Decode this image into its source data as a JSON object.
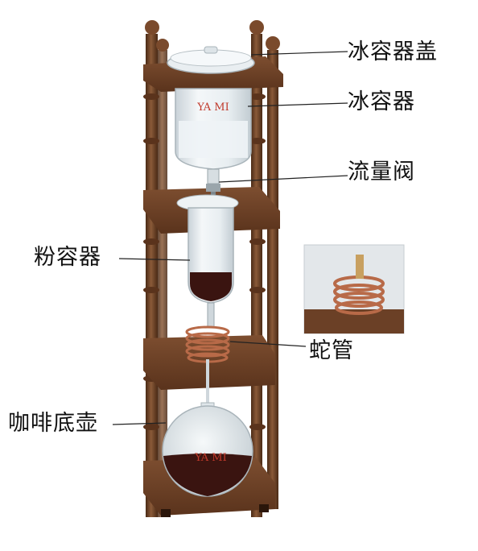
{
  "labels": {
    "ice_lid": "冰容器盖",
    "ice_container": "冰容器",
    "flow_valve": "流量阀",
    "powder_container": "粉容器",
    "coil_tube": "蛇管",
    "coffee_pot": "咖啡底壶"
  },
  "brand_mark": "YA MI",
  "colors": {
    "wood": "#6b4026",
    "wood_light": "#8a5a38",
    "wood_dark": "#4a2a16",
    "glass": "#dfe6ea",
    "coffee": "#3a1410",
    "copper": "#b86a48",
    "brand_red": "#c0392b"
  }
}
